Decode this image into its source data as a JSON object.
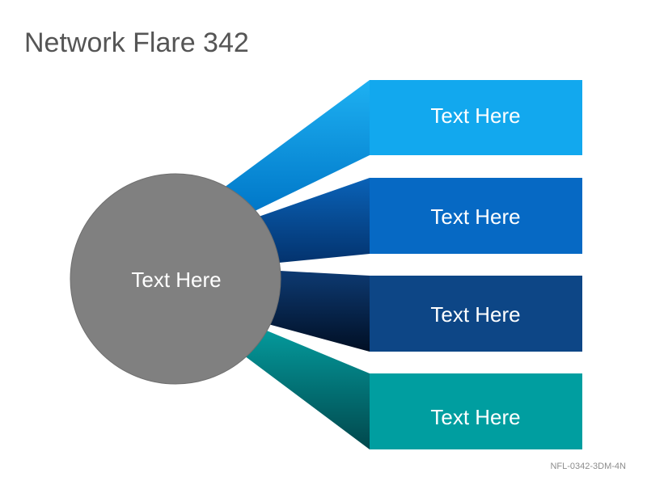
{
  "title": "Network Flare 342",
  "center": {
    "label": "Text Here",
    "color": "#808080"
  },
  "branches": [
    {
      "label": "Text Here",
      "color": "#12a8ee"
    },
    {
      "label": "Text Here",
      "color": "#0669c4"
    },
    {
      "label": "Text Here",
      "color": "#0d4686"
    },
    {
      "label": "Text Here",
      "color": "#009ea0"
    }
  ],
  "footer_code": "NFL-0342-3DM-4N"
}
